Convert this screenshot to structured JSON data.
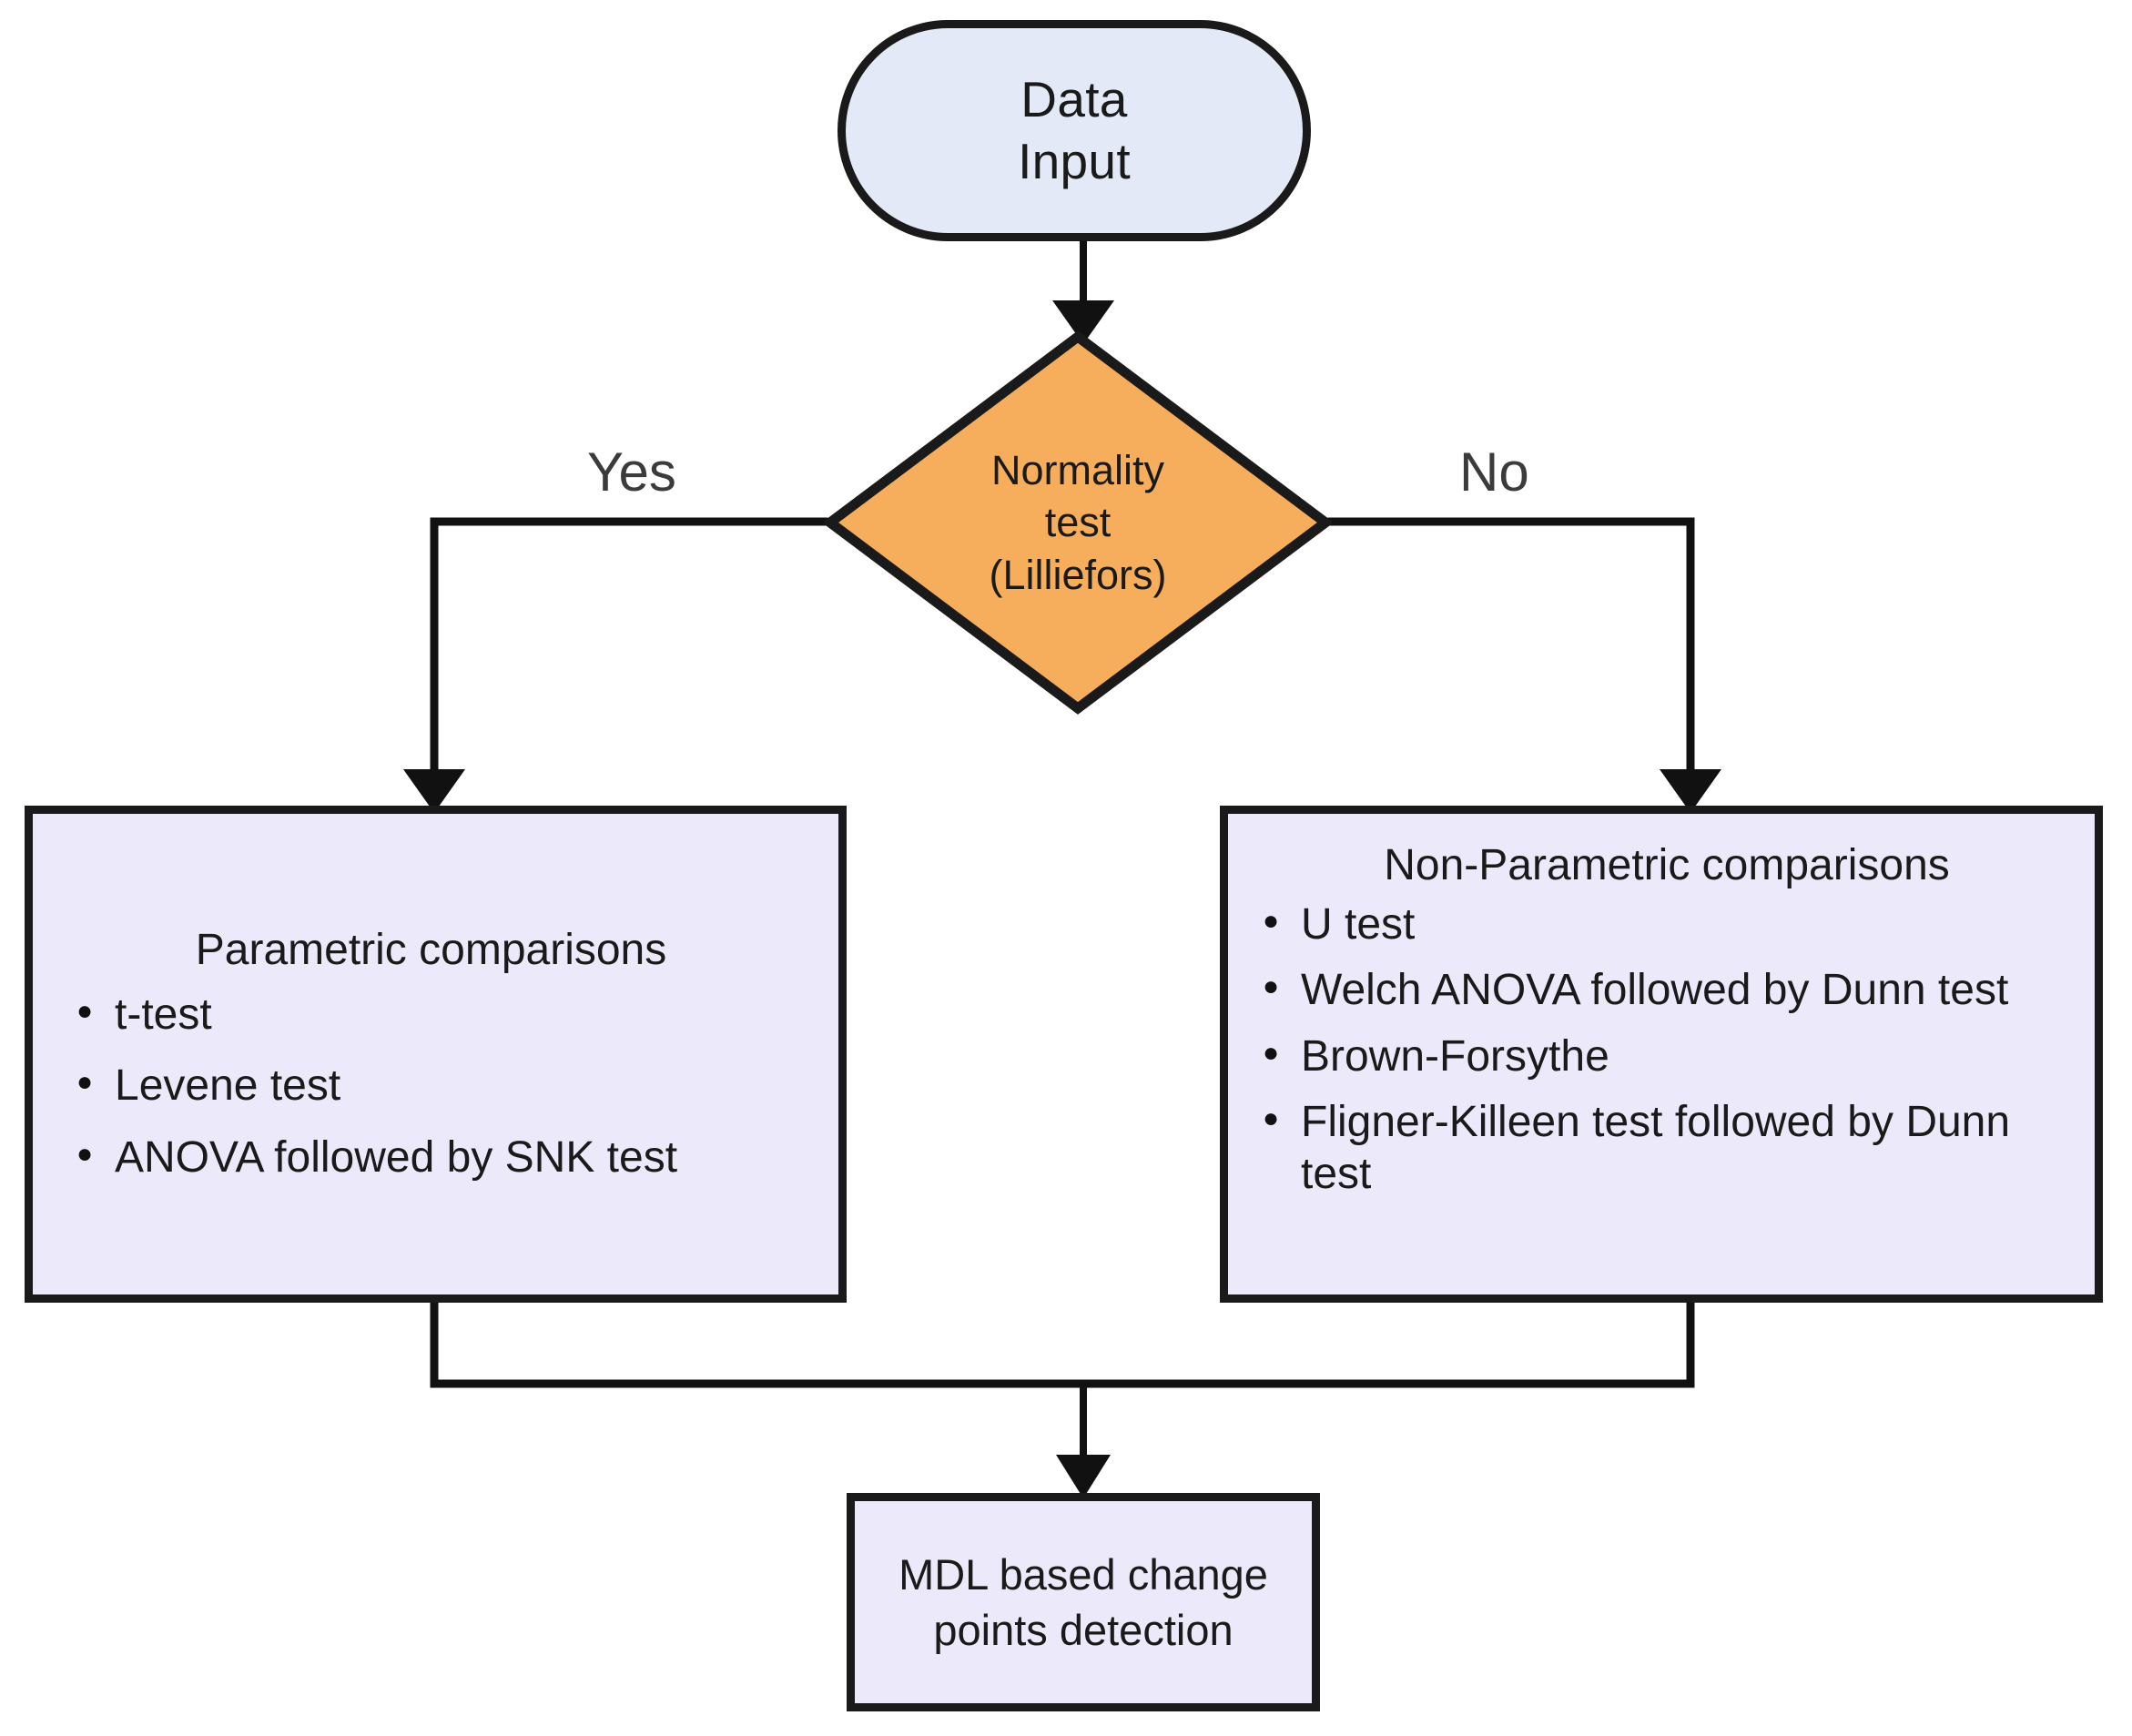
{
  "diagram": {
    "type": "flowchart",
    "title": "Statistical analysis decision flowchart",
    "colors": {
      "start_fill": "#e3e9f7",
      "decision_fill": "#f6ad5c",
      "process_fill": "#ece9fa",
      "stroke": "#1a1a1a",
      "text": "#1a1a1a",
      "background": "#ffffff"
    },
    "nodes": {
      "start": {
        "shape": "rounded-rectangle",
        "lines": [
          "Data",
          "Input"
        ]
      },
      "decision": {
        "shape": "diamond",
        "lines": [
          "Normality",
          "test",
          "(Lilliefors)"
        ]
      },
      "parametric": {
        "shape": "rectangle",
        "title": "Parametric comparisons",
        "items": [
          "t-test",
          "Levene test",
          "ANOVA followed by SNK test"
        ]
      },
      "nonparametric": {
        "shape": "rectangle",
        "title": "Non-Parametric comparisons",
        "items": [
          "U test",
          "Welch ANOVA followed by Dunn test",
          "Brown-Forsythe",
          "Fligner-Killeen test followed by Dunn test"
        ]
      },
      "result": {
        "shape": "rectangle",
        "lines": [
          "MDL based change",
          "points detection"
        ]
      }
    },
    "edge_labels": {
      "yes": "Yes",
      "no": "No"
    }
  }
}
